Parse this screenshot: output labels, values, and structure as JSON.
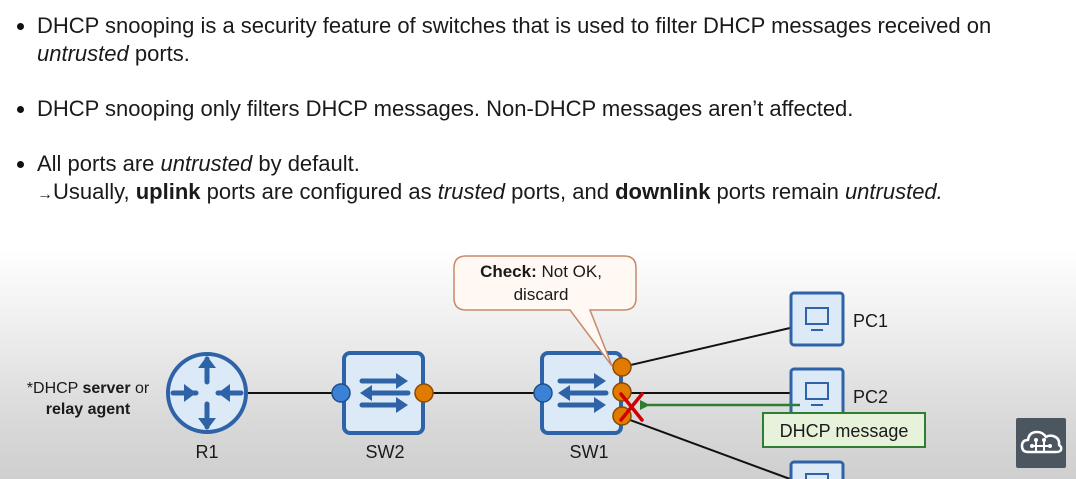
{
  "bullets": {
    "b1": {
      "text1": "DHCP snooping is a security feature of switches that is used to filter DHCP messages received on ",
      "em": "untrusted",
      "text2": " ports."
    },
    "b2": {
      "text": "DHCP snooping only filters DHCP messages.  Non-DHCP messages aren’t affected."
    },
    "b3": {
      "text1": "All ports are ",
      "em": "untrusted",
      "text2": " by default.",
      "sub": {
        "arrow": "→",
        "t1": "Usually, ",
        "b1": "uplink",
        "t2": " ports are configured as ",
        "i1": "trusted",
        "t3": " ports, and ",
        "b2": "downlink",
        "t4": " ports remain ",
        "i2": "untrusted."
      }
    }
  },
  "diagram": {
    "server_note": {
      "line1_prefix": "*DHCP ",
      "line1_bold": "server",
      "line1_suffix": " or",
      "line2_bold": "relay agent"
    },
    "devices": {
      "r1": "R1",
      "sw2": "SW2",
      "sw1": "SW1",
      "pc1": "PC1",
      "pc2": "PC2"
    },
    "callout": {
      "bold": "Check:",
      "text1": " Not OK,",
      "text2": "discard"
    },
    "message": "DHCP message",
    "colors": {
      "device_blue": "#2f63a8",
      "device_fill": "#dce9f7",
      "trusted_port": "#3b82d6",
      "untrusted_port": "#e07b00",
      "message_green": "#2e7d32",
      "message_fill": "#e6f2d9",
      "callout_border": "#c8896a",
      "callout_fill": "#fff8f3",
      "cross_red": "#d00000"
    }
  },
  "branding": {
    "logo_icon": "cloud-network-icon"
  }
}
